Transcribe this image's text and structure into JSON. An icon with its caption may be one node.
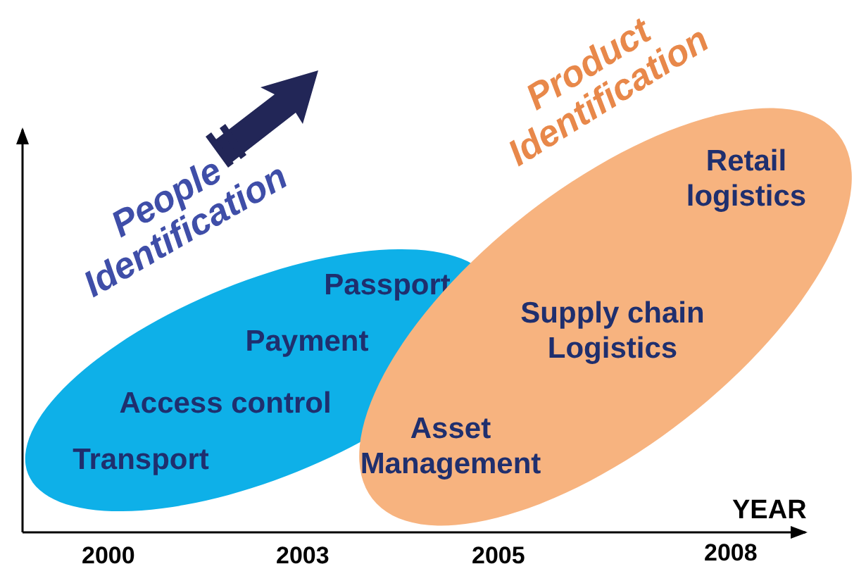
{
  "diagram": {
    "nodes": [
      {
        "text": [
          "People Identification",
          "Passport",
          "Payment",
          "Access control",
          "Transport"
        ]
      },
      {
        "text": [
          "Product Identification",
          "Retail logistics",
          "Supply chain Logistics",
          "Asset Management"
        ]
      }
    ],
    "edges": [],
    "labels": [
      "YEAR",
      "2000",
      "2003",
      "2005",
      "2008"
    ]
  }
}
